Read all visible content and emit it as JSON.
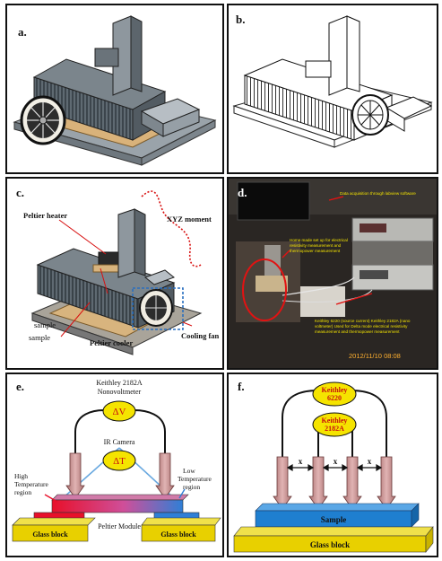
{
  "panels": {
    "a": {
      "label": "a."
    },
    "b": {
      "label": "b."
    },
    "c": {
      "label": "c.",
      "peltier_heater": "Peltier heater",
      "xyz_moment": "XYZ moment",
      "sample": "sample",
      "peltier_cooler": "Peltier cooler",
      "cooling_fan": "Cooling fan"
    },
    "d": {
      "label": "d.",
      "data_acq": "Data acquisition through labview software",
      "home_made_1": "Home made set up for electrical",
      "home_made_2": "resistivity measurement and",
      "home_made_3": "thermopower measurement",
      "keithley_1": "Keithley 6220 (source current) Keithley 2182A (nano",
      "keithley_2": "voltmeter) Used for Delta mode electrical resistivity",
      "keithley_3": "measurement and thermopower measurement",
      "timestamp": "2012/11/10 08:08"
    },
    "e": {
      "label": "e.",
      "keithley": "Keithley 2182A",
      "nanovoltmeter": "Nonovoltmeter",
      "delta_v": "ΔV",
      "ir_camera": "IR Camera",
      "delta_t": "ΔT",
      "high_temp_1": "High",
      "high_temp_2": "Temperature",
      "high_temp_3": "region",
      "low_temp_1": "Low",
      "low_temp_2": "Temperature",
      "low_temp_3": "region",
      "peltier_module": "Peltier Module",
      "glass_left": "Glass block",
      "glass_right": "Glass block"
    },
    "f": {
      "label": "f.",
      "k6220_1": "Keithley",
      "k6220_2": "6220",
      "k2182_1": "Keithley",
      "k2182_2": "2182A",
      "x1": "x",
      "x2": "x",
      "x3": "x",
      "sample": "Sample",
      "glass": "Glass block"
    }
  },
  "colors": {
    "gradient_hot": "#e8102a",
    "gradient_cold": "#2f7fd6",
    "oval_yellow": "#f5e400",
    "glass_yellow": "#e8d000",
    "probe": "#c98f8f",
    "sample_blue": "#1f7fd0",
    "annotation_red": "#d81010",
    "fan_box_blue": "#2a6fbf"
  }
}
